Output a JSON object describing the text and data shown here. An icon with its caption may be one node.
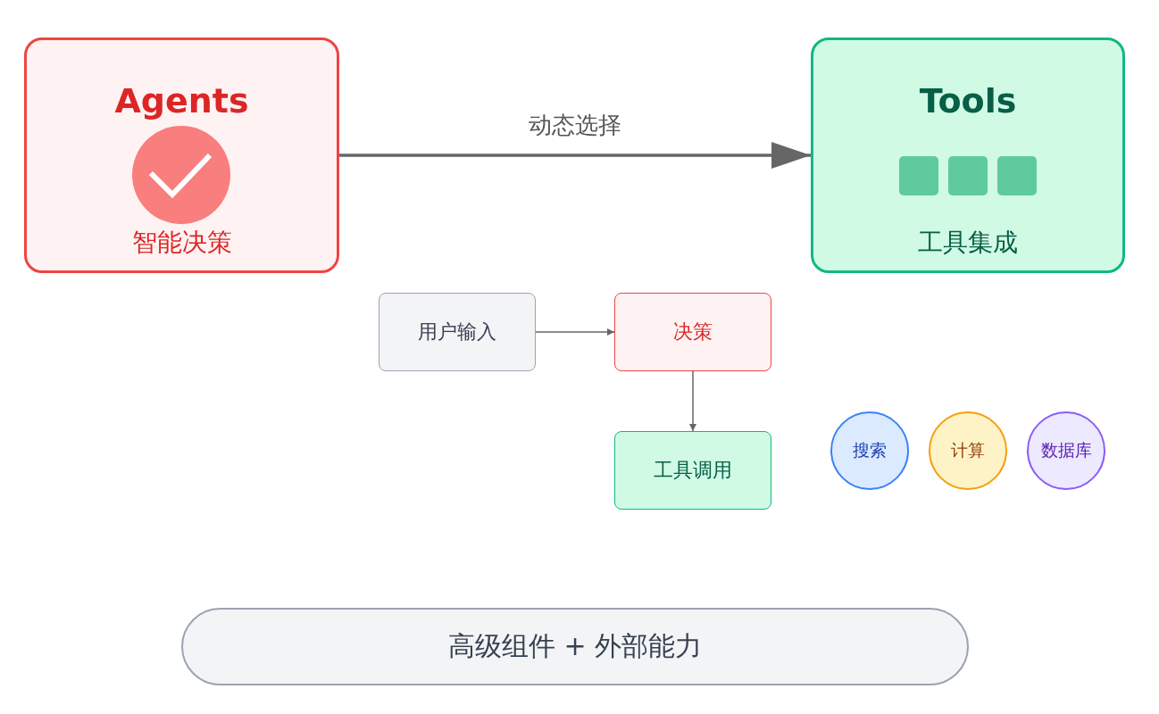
{
  "diagram": {
    "nodes": [
      {
        "text": [
          "Agents",
          "智能决策"
        ]
      },
      {
        "text": [
          "Tools",
          "工具集成"
        ]
      },
      {
        "text": [
          "用户输入"
        ]
      },
      {
        "text": [
          "决策"
        ]
      },
      {
        "text": [
          "工具调用"
        ]
      },
      {
        "text": [
          "搜索"
        ]
      },
      {
        "text": [
          "计算"
        ]
      },
      {
        "text": [
          "数据库"
        ]
      },
      {
        "text": [
          "高级组件 + 外部能力"
        ]
      }
    ],
    "edges": [
      {
        "from": 0,
        "to": 1,
        "arrow": "to",
        "label": "动态选择",
        "style": "thick"
      },
      {
        "from": 2,
        "to": 3,
        "arrow": "to"
      },
      {
        "from": 3,
        "to": 4,
        "arrow": "to"
      }
    ]
  }
}
